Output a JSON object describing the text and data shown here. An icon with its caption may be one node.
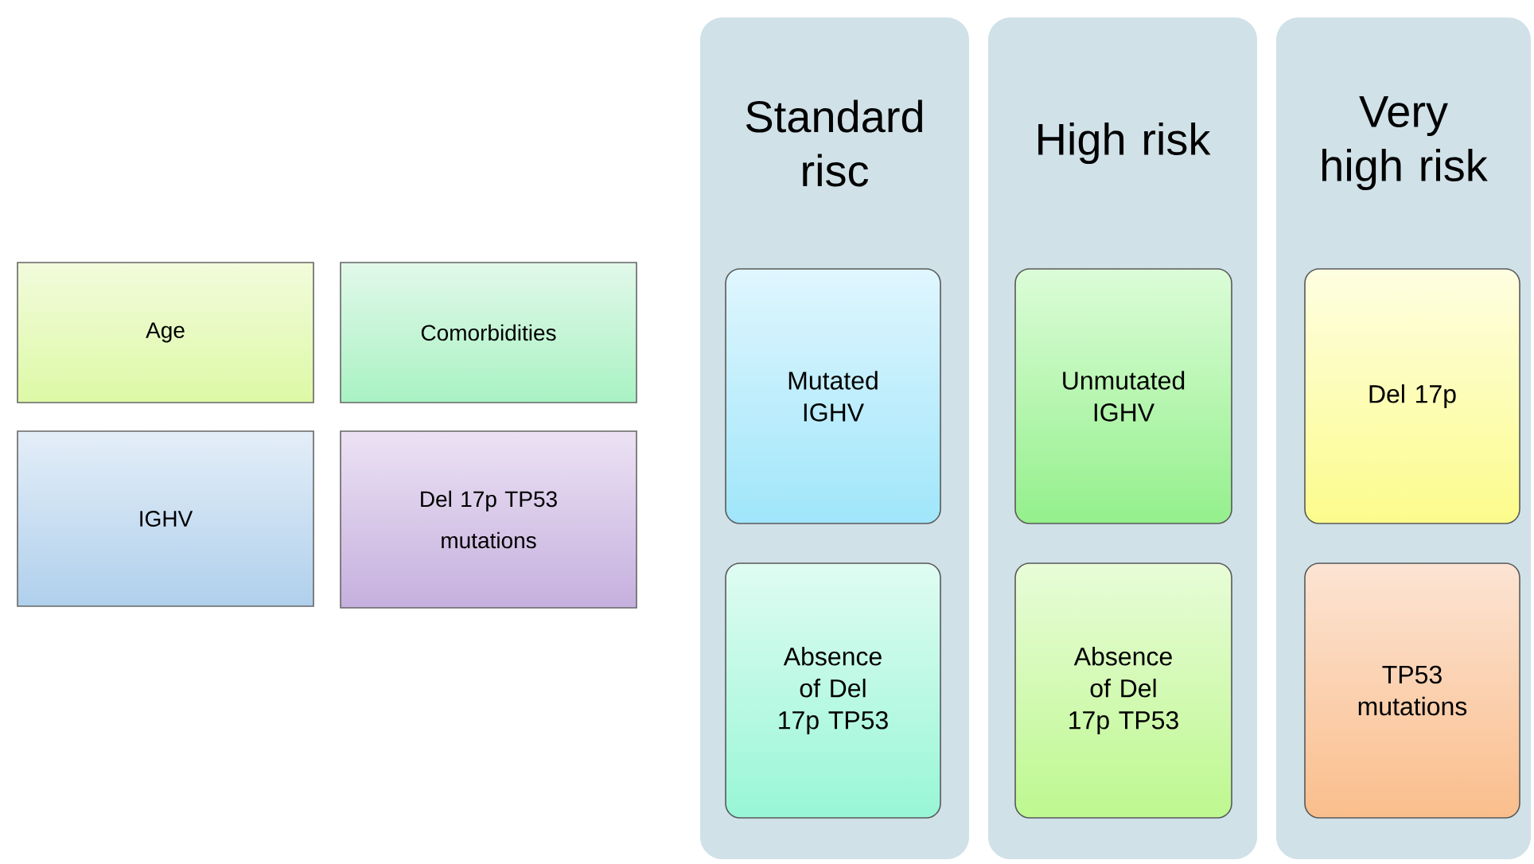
{
  "diagram": {
    "nodes": [
      {
        "text": [
          "Age"
        ]
      },
      {
        "text": [
          "Comorbidities"
        ]
      },
      {
        "text": [
          "IGHV"
        ]
      },
      {
        "text": [
          "Del 17p TP53 mutations"
        ]
      },
      {
        "text": [
          "Standard risc"
        ]
      },
      {
        "text": [
          "Mutated IGHV"
        ],
        "in": 4
      },
      {
        "text": [
          "Absence of Del 17p TP53"
        ],
        "in": 4
      },
      {
        "text": [
          "High risk"
        ]
      },
      {
        "text": [
          "Unmutated IGHV"
        ],
        "in": 7
      },
      {
        "text": [
          "Absence of Del 17p TP53"
        ],
        "in": 7
      },
      {
        "text": [
          "Very high risk"
        ]
      },
      {
        "text": [
          "Del 17p"
        ],
        "in": 10
      },
      {
        "text": [
          "TP53 mutations"
        ],
        "in": 10
      }
    ]
  }
}
